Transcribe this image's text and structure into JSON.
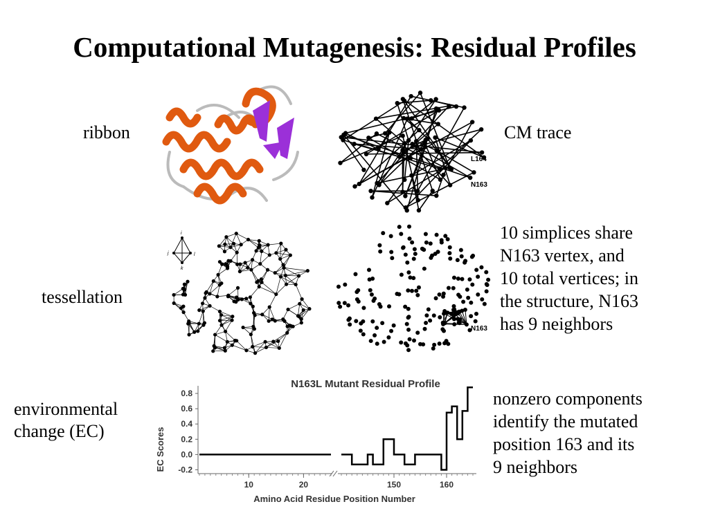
{
  "title": "Computational Mutagenesis: Residual Profiles",
  "labels": {
    "ribbon": "ribbon",
    "cm_trace": "CM trace",
    "tessellation": "tessellation",
    "ec": [
      "environmental",
      "change (EC)"
    ]
  },
  "trace_labels": {
    "l164": "L164",
    "n163": "N163"
  },
  "tess_inset_labels": [
    "i",
    "j",
    "l",
    "k"
  ],
  "tess_label": "N163",
  "notes": {
    "simplices": [
      "10 simplices share",
      "N163 vertex, and",
      "10 total vertices; in",
      "the structure, N163",
      "has 9 neighbors"
    ],
    "nonzero": [
      "nonzero components",
      "identify the mutated",
      "position 163 and its",
      "9 neighbors"
    ]
  },
  "colors": {
    "helix": "#e05a10",
    "strand": "#9b30d8",
    "loop": "#bbbbbb"
  },
  "chart_data": {
    "type": "line",
    "title": "N163L Mutant Residual Profile",
    "xlabel": "Amino Acid Residue Position Number",
    "ylabel": "EC Scores",
    "ylim": [
      -0.25,
      0.9
    ],
    "yticks": [
      "0.8",
      "0.6",
      "0.4",
      "0.2",
      "0.0",
      "-0.2"
    ],
    "xticks": [
      "10",
      "20",
      "150",
      "160"
    ],
    "axis_break": "between 25 and 140",
    "series": [
      {
        "segments": [
          {
            "x": [
              1,
              25
            ],
            "y": [
              0,
              0
            ]
          },
          {
            "x": [
              140,
              142,
              142,
              145,
              145,
              146,
              146,
              148,
              148,
              150,
              150,
              152,
              152,
              154,
              154,
              159,
              159,
              160,
              160,
              161,
              161,
              162,
              162,
              163,
              163,
              164,
              164,
              165,
              165
            ],
            "y": [
              0,
              0,
              -0.13,
              -0.13,
              0,
              0,
              -0.13,
              -0.13,
              0.2,
              0.2,
              0,
              0,
              -0.13,
              -0.13,
              0,
              0,
              -0.2,
              -0.2,
              0.55,
              0.55,
              0.63,
              0.63,
              0.2,
              0.2,
              0.57,
              0.57,
              0.88,
              0.88,
              0.88
            ]
          }
        ]
      }
    ]
  }
}
